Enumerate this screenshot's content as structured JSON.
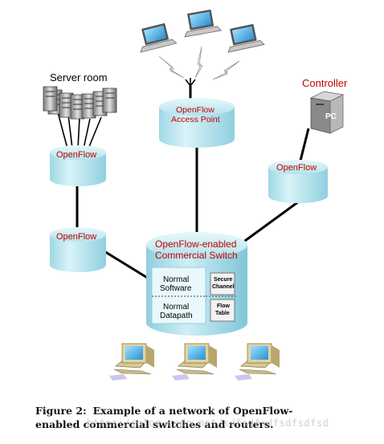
{
  "figure": {
    "server_room_label": "Server room",
    "controller_label": "Controller",
    "pc_label": "PC",
    "ap_line1": "OpenFlow",
    "ap_line2": "Access Point",
    "switch_left_top": "OpenFlow",
    "switch_left_bottom": "OpenFlow",
    "switch_right": "OpenFlow",
    "main_line1": "OpenFlow-enabled",
    "main_line2": "Commercial Switch",
    "normal_software_1": "Normal",
    "normal_software_2": "Software",
    "normal_datapath_1": "Normal",
    "normal_datapath_2": "Datapath",
    "secure_channel_1": "Secure",
    "secure_channel_2": "Channel",
    "flow_table_1": "Flow",
    "flow_table_2": "Table"
  },
  "caption": {
    "label": "Figure 2:",
    "text_line1": "Example of a network of OpenFlow-",
    "text_line2": "enabled commercial switches and routers."
  },
  "watermark": "https://blog.csdn.net/sdfsdfsdfsdfsdfsd",
  "colors": {
    "cylinder_fill": "#bfe7f0",
    "cylinder_edge": "#2b8ca3",
    "label_red": "#c00000"
  }
}
